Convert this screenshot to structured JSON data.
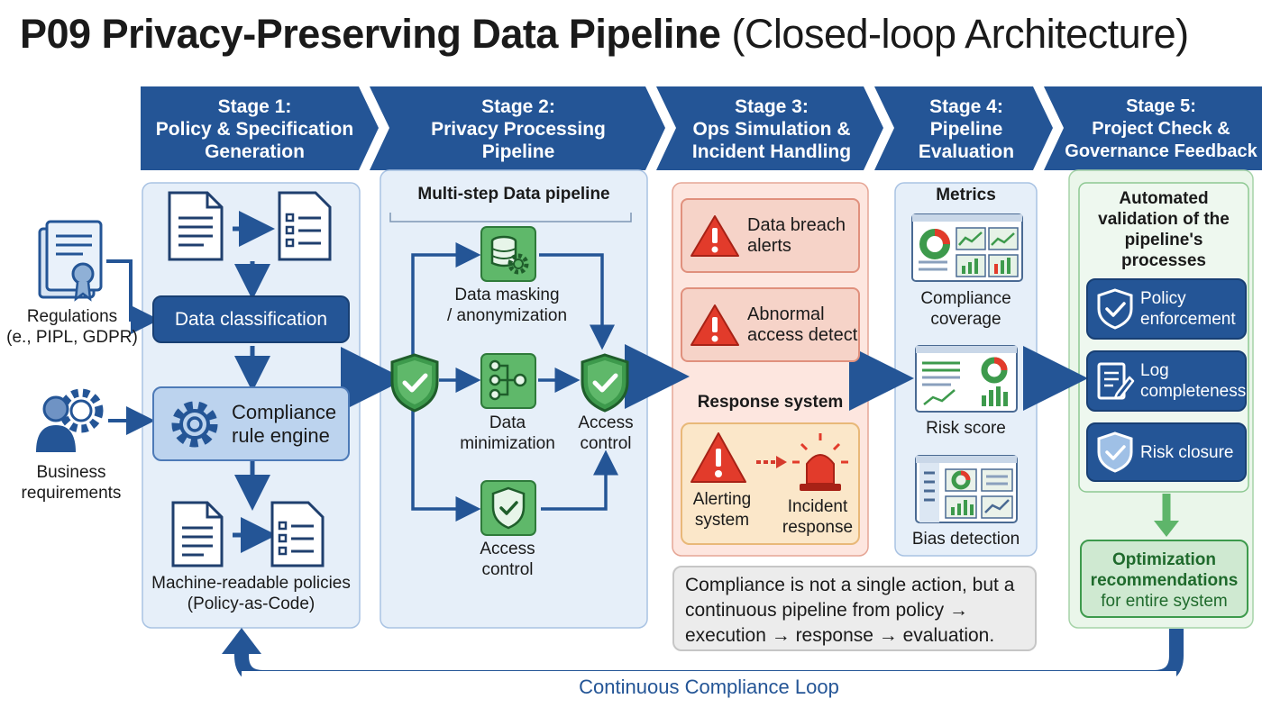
{
  "title": {
    "bold": "P09 Privacy-Preserving Data Pipeline",
    "normal": "(Closed-loop Architecture)"
  },
  "stages": [
    {
      "label_l1": "Stage 1:",
      "label_l2": "Policy & Specification",
      "label_l3": "Generation"
    },
    {
      "label_l1": "Stage 2:",
      "label_l2": "Privacy Processing",
      "label_l3": "Pipeline"
    },
    {
      "label_l1": "Stage 3:",
      "label_l2": "Ops Simulation &",
      "label_l3": "Incident Handling"
    },
    {
      "label_l1": "Stage 4:",
      "label_l2": "Pipeline",
      "label_l3": "Evaluation"
    },
    {
      "label_l1": "Stage 5:",
      "label_l2": "Project Check &",
      "label_l3": "Governance Feedback"
    }
  ],
  "inputs": {
    "regulations_l1": "Regulations",
    "regulations_l2": "(e., PIPL, GDPR)",
    "business_l1": "Business",
    "business_l2": "requirements"
  },
  "stage1": {
    "data_classification": "Data classification",
    "compliance_l1": "Compliance",
    "compliance_l2": "rule engine",
    "policies_l1": "Machine-readable policies",
    "policies_l2": "(Policy-as-Code)"
  },
  "stage2": {
    "header": "Multi-step Data pipeline",
    "masking_l1": "Data masking",
    "masking_l2": "/ anonymization",
    "minimization_l1": "Data",
    "minimization_l2": "minimization",
    "access_mid_l1": "Access",
    "access_mid_l2": "control",
    "access_bot_l1": "Access",
    "access_bot_l2": "control"
  },
  "stage3": {
    "breach_l1": "Data breach",
    "breach_l2": "alerts",
    "abnormal_l1": "Abnormal",
    "abnormal_l2": "access detect",
    "response_header": "Response system",
    "alerting_l1": "Alerting",
    "alerting_l2": "system",
    "incident_l1": "Incident",
    "incident_l2": "response"
  },
  "stage4": {
    "header": "Metrics",
    "coverage_l1": "Compliance",
    "coverage_l2": "coverage",
    "risk_score": "Risk score",
    "bias": "Bias detection"
  },
  "stage5": {
    "header_l1": "Automated",
    "header_l2": "validation of the",
    "header_l3": "pipeline's",
    "header_l4": "processes",
    "policy_l1": "Policy",
    "policy_l2": "enforcement",
    "log_l1": "Log",
    "log_l2": "completeness",
    "risk_closure": "Risk closure",
    "opt_l1": "Optimization",
    "opt_l2": "recommendations",
    "opt_l3": "for entire system"
  },
  "note": {
    "l1": "Compliance is not a single action, but a",
    "l2": "continuous pipeline from policy →",
    "l3": "execution → response → evaluation."
  },
  "loop_label": "Continuous Compliance Loop",
  "colors": {
    "primary": "#245596",
    "green": "#3d9a4c",
    "alert": "#e23b2b",
    "panel_blue": "#e6eff9",
    "panel_red": "#fde6df",
    "panel_green": "#e8f5e9"
  }
}
